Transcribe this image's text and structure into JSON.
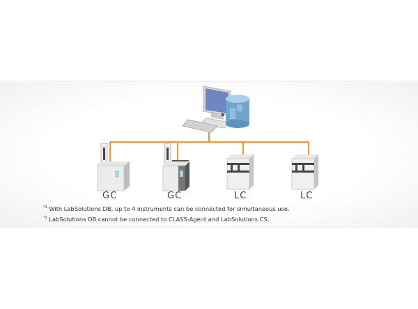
{
  "diagram": {
    "nodes": [
      {
        "id": "workstation",
        "label": ""
      },
      {
        "id": "database",
        "label": ""
      },
      {
        "id": "gc1",
        "label": "GC"
      },
      {
        "id": "gc2",
        "label": "GC"
      },
      {
        "id": "lc1",
        "label": "LC"
      },
      {
        "id": "lc2",
        "label": "LC"
      }
    ],
    "edges": [
      [
        "workstation",
        "gc1"
      ],
      [
        "workstation",
        "gc2"
      ],
      [
        "workstation",
        "lc1"
      ],
      [
        "workstation",
        "lc2"
      ]
    ],
    "connector_color": "#f5962a"
  },
  "notes": [
    {
      "marker": "*1",
      "text": "With LabSolutions DB, up to 4 instruments can be connected for simultaneous use."
    },
    {
      "marker": "*2",
      "text": "LabSolutions DB cannot be connected to CLASS-Agent and LabSolutions CS."
    }
  ]
}
